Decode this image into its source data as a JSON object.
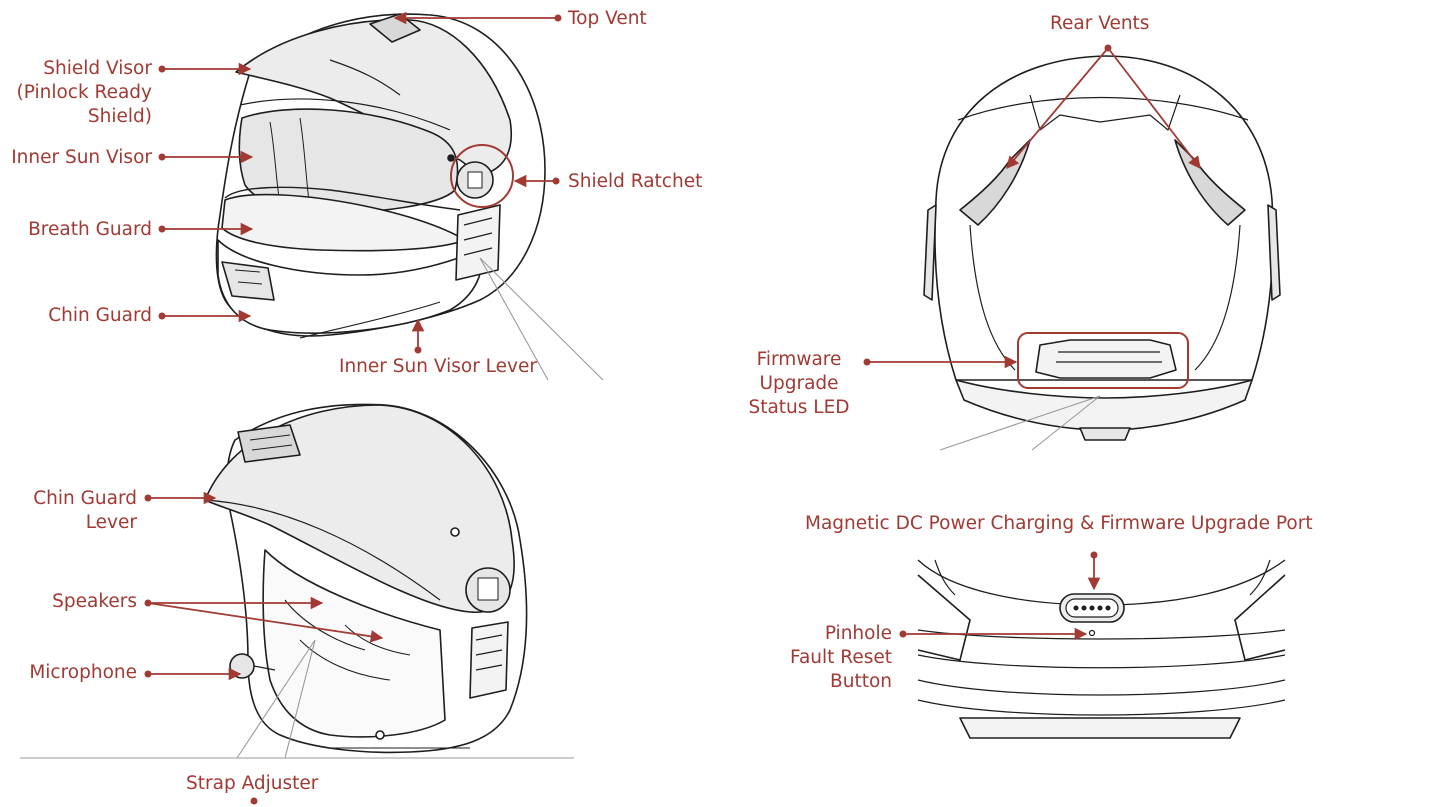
{
  "colors": {
    "accent": "#a23a34",
    "line": "#1e1e1e",
    "fill": "#ececec",
    "leader": "#9a9a9a"
  },
  "labels": {
    "top_vent": "Top Vent",
    "shield_visor": [
      "Shield Visor",
      "(Pinlock Ready",
      "Shield)"
    ],
    "inner_sun_visor": "Inner Sun Visor",
    "shield_ratchet": "Shield Ratchet",
    "breath_guard": "Breath Guard",
    "chin_guard": "Chin Guard",
    "inner_sun_visor_lever": "Inner Sun Visor Lever",
    "chin_guard_lever": [
      "Chin Guard",
      "Lever"
    ],
    "speakers": "Speakers",
    "microphone": "Microphone",
    "strap_adjuster": "Strap Adjuster",
    "rear_vents": "Rear Vents",
    "firmware_led": [
      "Firmware",
      "Upgrade",
      "Status LED"
    ],
    "charging_port": "Magnetic DC Power Charging & Firmware Upgrade Port",
    "pinhole_reset": [
      "Pinhole",
      "Fault Reset",
      "Button"
    ]
  }
}
